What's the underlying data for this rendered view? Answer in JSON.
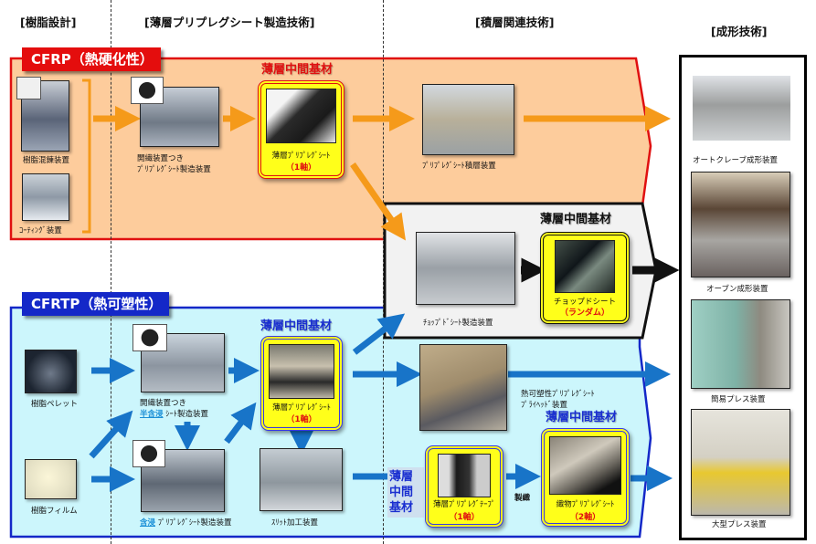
{
  "column_headers": [
    {
      "id": "resin-design",
      "label": "[樹脂設計]"
    },
    {
      "id": "thin-prepreg",
      "label": "[薄層プリプレグシート製造技術]"
    },
    {
      "id": "lamination",
      "label": "[積層関連技術]"
    },
    {
      "id": "molding",
      "label": "[成形技術]"
    }
  ],
  "cfrp": {
    "tag": "CFRP（熱硬化性）",
    "colors": {
      "fill": "#fdcc9c",
      "border": "#e01010",
      "arrow": "#f59a1a"
    },
    "equipment": [
      {
        "id": "resin-kneader",
        "label": "樹脂混錬装置"
      },
      {
        "id": "coater",
        "label": "ｺｰﾃｨﾝｸﾞ装置"
      },
      {
        "id": "prepreg-maker",
        "label_line1": "開繊装置つき",
        "label_line2": "ﾌﾟﾘﾌﾟﾚｸﾞｼｰﾄ製造装置"
      },
      {
        "id": "laminator",
        "label": "ﾌﾟﾘﾌﾟﾚｸﾞｼｰﾄ積層装置"
      }
    ],
    "intermediate": {
      "heading": "薄層中間基材",
      "name": "薄層ﾌﾟﾘﾌﾟﾚｸﾞｼｰﾄ",
      "spec": "（1軸）"
    }
  },
  "chopped": {
    "colors": {
      "fill": "#f2f2f2",
      "border": "#111"
    },
    "heading": "薄層中間基材",
    "equipment": {
      "id": "chopped-maker",
      "label": "ﾁｮｯﾌﾟﾄﾞｼｰﾄ製造装置"
    },
    "intermediate": {
      "name": "チョップドシート",
      "spec": "（ランダム）"
    }
  },
  "cfrtp": {
    "tag": "CFRTP（熱可塑性）",
    "colors": {
      "fill": "#ccf6fc",
      "border": "#1428c8",
      "arrow": "#1874c8"
    },
    "materials": [
      {
        "id": "resin-pellet",
        "label": "樹脂ペレット"
      },
      {
        "id": "resin-film",
        "label": "樹脂フィルム"
      }
    ],
    "equipment": [
      {
        "id": "semi-impreg",
        "label_line1": "開繊装置つき",
        "label_highlight": "半含浸",
        "label_line2": " ｼｰﾄ製造装置"
      },
      {
        "id": "impreg",
        "label_highlight": "含浸",
        "label_line2": " ﾌﾟﾘﾌﾟﾚｸﾞｼｰﾄ製造装置"
      },
      {
        "id": "slitter",
        "label": "ｽﾘｯﾄ加工装置"
      },
      {
        "id": "prepreg-ply",
        "label_line1": "熱可塑性ﾌﾟﾘﾌﾟﾚｸﾞｼｰﾄ",
        "label_line2": "ﾌﾟﾗｲﾍｯﾄﾞ装置"
      }
    ],
    "intermediate_sheet": {
      "heading": "薄層中間基材",
      "name": "薄層ﾌﾟﾘﾌﾟﾚｸﾞｼｰﾄ",
      "spec": "（1軸）"
    },
    "vertical_heading": [
      "薄層",
      "中間",
      "基材"
    ],
    "tape": {
      "name": "薄層ﾌﾟﾘﾌﾟﾚｸﾞﾃｰﾌﾟ",
      "spec": "（1軸）"
    },
    "weave_label": "製織",
    "woven": {
      "heading": "薄層中間基材",
      "name": "織物ﾌﾟﾘﾌﾟﾚｸﾞｼｰﾄ",
      "spec": "（2軸）"
    }
  },
  "molding": [
    {
      "id": "autoclave",
      "label": "オートクレーブ成形装置"
    },
    {
      "id": "oven",
      "label": "オーブン成形装置"
    },
    {
      "id": "simple-press",
      "label": "簡易プレス装置"
    },
    {
      "id": "large-press",
      "label": "大型プレス装置"
    }
  ]
}
